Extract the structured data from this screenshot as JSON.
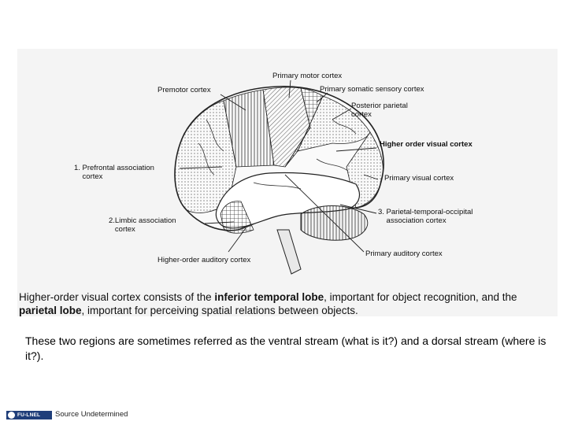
{
  "diagram": {
    "labels": {
      "primary_motor": "Primary motor cortex",
      "premotor": "Premotor cortex",
      "primary_somatic": "Primary somatic sensory cortex",
      "posterior_parietal": "Posterior parietal\ncortex",
      "higher_visual": "Higher order visual cortex",
      "prefrontal": "1. Prefrontal association\n    cortex",
      "primary_visual": "Primary visual cortex",
      "limbic": "2.Limbic association\n   cortex",
      "ptoc": "3. Parietal-temporal-occipital\n    association cortex",
      "primary_auditory": "Primary auditory cortex",
      "higher_auditory": "Higher-order auditory cortex"
    },
    "caption": {
      "part1": "Higher-order visual cortex consists of the ",
      "bold1": "inferior temporal lobe",
      "part2": ", important for object recognition, and the ",
      "bold2": "parietal lobe",
      "part3": ", important for perceiving spatial relations between objects."
    }
  },
  "note": "These two regions are sometimes referred as the ventral stream (what is it?) and a dorsal stream (where is it?).",
  "footer": {
    "logo_text": "FU-LNEL",
    "source": "Source Undetermined"
  }
}
